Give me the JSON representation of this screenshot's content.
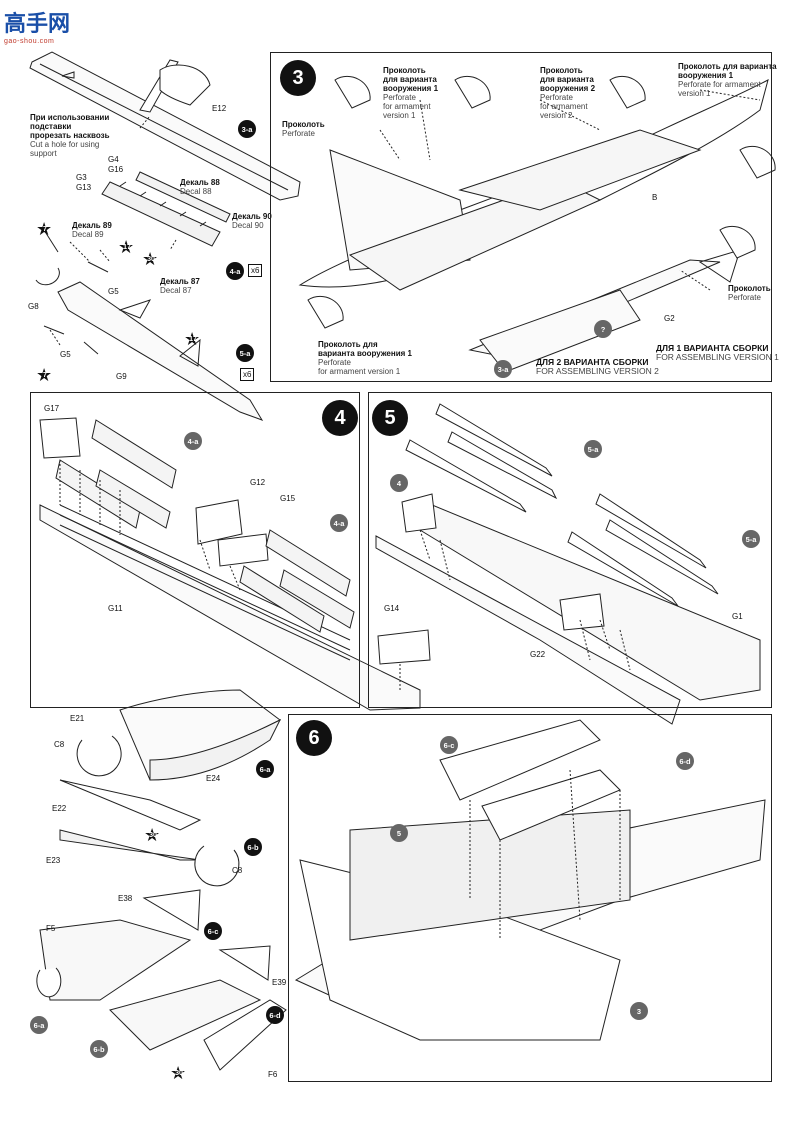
{
  "logo": {
    "text": "高手网",
    "sub": "gao-shou.com"
  },
  "step3a_top": {
    "note_ru": [
      "При использовании",
      "подставки",
      "прорезать насквозь"
    ],
    "note_en": [
      "Cut a hole for using",
      "support"
    ],
    "e12": "E12",
    "badge": "3-a"
  },
  "step4a": {
    "g4": "G4",
    "g16": "G16",
    "g3": "G3",
    "g13": "G13",
    "decal88_ru": "Декаль 88",
    "decal88_en": "Decal 88",
    "decal90_ru": "Декаль 90",
    "decal90_en": "Decal 90",
    "decal89_ru": "Декаль 89",
    "decal89_en": "Decal 89",
    "decal87_ru": "Декаль 87",
    "decal87_en": "Decal 87",
    "badge": "4-a",
    "mult": "x6",
    "s17": "17",
    "s30": "30"
  },
  "step5a": {
    "s7a": "7",
    "s7b": "7",
    "s17": "17",
    "g5a": "G5",
    "g5b": "G5",
    "g8": "G8",
    "g9": "G9",
    "badge": "5-a",
    "mult": "x6"
  },
  "step3": {
    "num": "3",
    "perf_ru": "Проколоть",
    "perf_en": "Perforate",
    "v1_ru": [
      "Проколоть",
      "для варианта",
      "вооружения 1"
    ],
    "v1_en": [
      "Perforate",
      "for armament",
      "version 1"
    ],
    "v2_ru": [
      "Проколоть",
      "для варианта",
      "вооружения 2"
    ],
    "v2_en": [
      "Perforate",
      "for armament",
      "version 2"
    ],
    "v1b_ru": [
      "Проколоть для варианта",
      "вооружения 1"
    ],
    "v1b_en": [
      "Perforate for armament",
      "version 1"
    ],
    "b": "B",
    "perf2_ru": "Проколоть",
    "perf2_en": "Perforate",
    "v1c_ru": [
      "Проколоть для",
      "варианта вооружения 1"
    ],
    "v1c_en": [
      "Perforate",
      "for armament version 1"
    ],
    "g2": "G2",
    "q": "?",
    "asm1_ru": "ДЛЯ 1 ВАРИАНТА СБОРКИ",
    "asm1_en": "FOR ASSEMBLING VERSION 1",
    "asm2_ru": "ДЛЯ 2 ВАРИАНТА СБОРКИ",
    "asm2_en": "FOR ASSEMBLING VERSION 2",
    "badge": "3-a"
  },
  "step4": {
    "num": "4",
    "g17": "G17",
    "g12": "G12",
    "g15": "G15",
    "g11": "G11",
    "g14": "G14",
    "b1": "4-a",
    "b2": "4-a"
  },
  "step5": {
    "num": "5",
    "sub": "4",
    "b1": "5-a",
    "b2": "5-a",
    "g1": "G1",
    "g22": "G22"
  },
  "step6a": {
    "e21": "E21",
    "c8": "C8",
    "e24": "E24",
    "badge": "6-a"
  },
  "step6b": {
    "e22": "E22",
    "e23": "E23",
    "c8": "C8",
    "s30": "30",
    "badge": "6-b"
  },
  "step6c": {
    "e38": "E38",
    "f5": "F5",
    "badge": "6-c",
    "ga": "6-a"
  },
  "step6d": {
    "e39": "E39",
    "f6": "F6",
    "badge": "6-d",
    "gb": "6-b",
    "s30": "30"
  },
  "step6": {
    "num": "6",
    "c": "6-c",
    "d": "6-d",
    "five": "5",
    "three": "3"
  }
}
